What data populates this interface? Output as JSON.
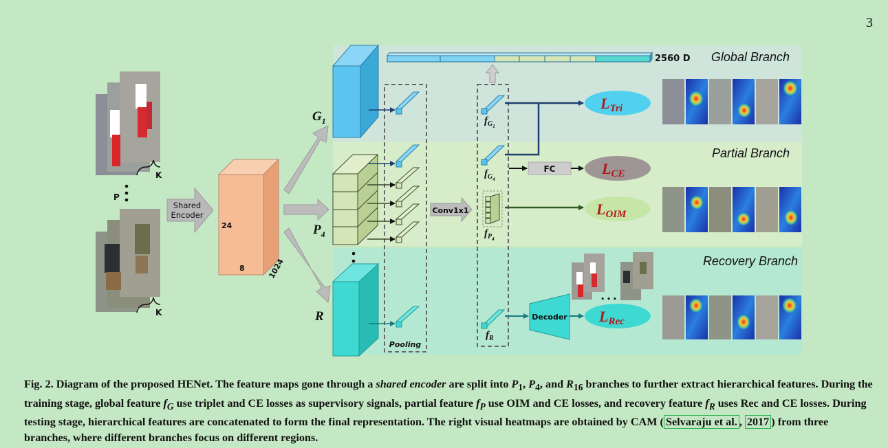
{
  "page_number": "3",
  "branches": {
    "global": "Global Branch",
    "partial": "Partial Branch",
    "recovery": "Recovery Branch"
  },
  "labels": {
    "dim": "2560 D",
    "shared_encoder_line1": "Shared",
    "shared_encoder_line2": "Encoder",
    "k_top": "K",
    "k_bottom": "K",
    "p": "P",
    "dim_24": "24",
    "dim_8": "8",
    "dim_1024": "1024",
    "g1_base": "G",
    "g1_sub": "1",
    "p4_base": "P",
    "p4_sub": "4",
    "r_base": "R",
    "conv": "Conv1x1",
    "pooling": "Pooling",
    "fc": "FC",
    "decoder": "Decoder",
    "f_base": "f",
    "fg1_sub": "G",
    "fg1_subsub": "1",
    "fg4_sub": "G",
    "fg4_subsub": "4",
    "fp4_sub": "P",
    "fp4_subsub": "4",
    "fr_sub": "R",
    "ellipsis": "• • •"
  },
  "losses": {
    "tri_base": "L",
    "tri_sub": "Tri",
    "ce_base": "L",
    "ce_sub": "CE",
    "oim_base": "L",
    "oim_sub": "OIM",
    "rec_base": "L",
    "rec_sub": "Rec"
  },
  "caption": {
    "fig": "Fig. 2.",
    "t1": " Diagram of the proposed HENet.  The feature maps gone through a ",
    "shared_encoder": "shared encoder",
    "t2": " are split into ",
    "p1": "P",
    "p1_sub": "1",
    "t3": ", ",
    "p4": "P",
    "p4_sub": "4",
    "t4": ", and ",
    "r16": "R",
    "r16_sub": "16",
    "t5": " branches to further extract hierarchical features.  During the training stage, global feature ",
    "fG": "f",
    "fG_sub": "G",
    "t6": " use triplet and CE losses as supervisory signals, partial feature ",
    "fP": "f",
    "fP_sub": "P",
    "t7": " use OIM and CE losses, and recovery feature ",
    "fR": "f",
    "fR_sub": "R",
    "t8": " uses Rec and CE losses. During testing stage, hierarchical features are concatenated to form the final representation.  The right visual heatmaps are obtained by CAM (",
    "cite_author": "Selvaraju et al.",
    "t9": ", ",
    "cite_year": "2017",
    "t10": ") from three branches, where different branches focus on different regions."
  },
  "colors": {
    "background": "#c5e8c4",
    "global_band": "#cfe5dc",
    "partial_band": "#d7ecc9",
    "recovery_band": "#b5e8d3",
    "encoder": "#f6bc96",
    "g1_block": "#5bc4f0",
    "p4_block": "#d4e6b8",
    "r_block": "#3ed9d2",
    "loss_tri": "#4fd1ef",
    "loss_ce": "#9e9595",
    "loss_oim": "#c6e6a8",
    "loss_rec": "#3ed9d2",
    "loss_text": "#b01919"
  }
}
